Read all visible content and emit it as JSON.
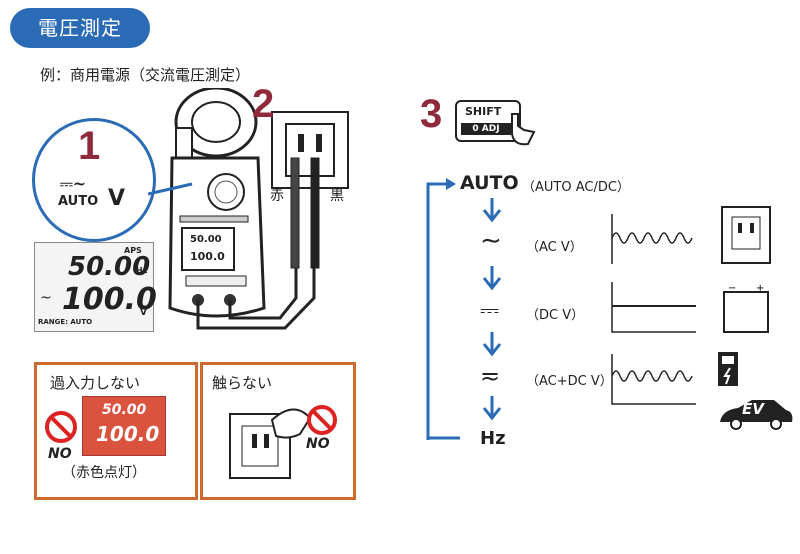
{
  "header": {
    "title": "電圧測定"
  },
  "example": "例：商用電源（交流電圧測定）",
  "steps": {
    "one": "1",
    "two": "2",
    "three": "3"
  },
  "dial_labels": {
    "auto": "AUTO",
    "v": "V",
    "red": "赤",
    "black": "黒"
  },
  "lcd": {
    "aps": "APS",
    "top_value": "50.00",
    "top_unit": "Hz",
    "bottom_value": "100.0",
    "bottom_unit": "V",
    "range": "RANGE: AUTO"
  },
  "meter_lcd": {
    "top": "50.00",
    "bottom": "100.0"
  },
  "warnings": {
    "no_input": {
      "title": "過入力しない",
      "no": "NO",
      "note": "（赤色点灯）"
    },
    "no_touch": {
      "title": "触らない",
      "no": "NO"
    }
  },
  "shift_button": {
    "top": "SHIFT",
    "bottom": "0 ADJ"
  },
  "modes": [
    {
      "symbol": "AUTO",
      "label": "（AUTO AC/DC）"
    },
    {
      "symbol": "∼",
      "label": "（AC V）"
    },
    {
      "symbol": "⎓",
      "label": "（DC V）"
    },
    {
      "symbol": "≂",
      "label": "（AC+DC V）"
    },
    {
      "symbol": "Hz",
      "label": ""
    }
  ],
  "ev_badge": "EV",
  "colors": {
    "accent_blue": "#2b6bb5",
    "step_red": "#8e2a3b",
    "warning_orange": "#cc6a30",
    "lcd_red": "#d9533f"
  }
}
